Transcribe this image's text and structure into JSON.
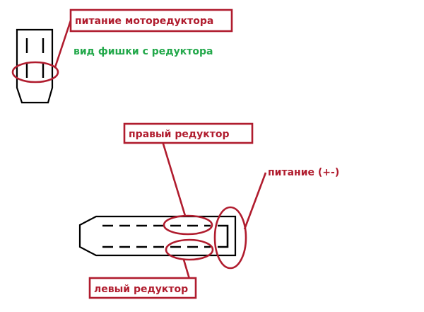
{
  "colors": {
    "callout_red": "#b01c2e",
    "note_green": "#22a84a",
    "drawing_black": "#000000",
    "background": "#ffffff"
  },
  "labels": {
    "motor_power": "питание моторедуктора",
    "connector_view": "вид фишки с редуктора",
    "right_reducer": "правый редуктор",
    "power_pm": "питание (+-)",
    "left_reducer": "левый редуктор"
  }
}
